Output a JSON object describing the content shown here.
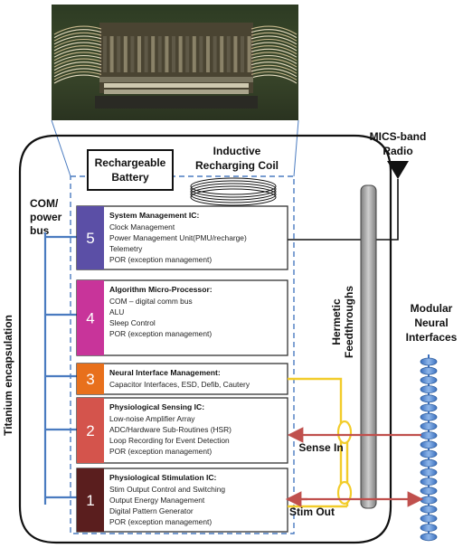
{
  "labels": {
    "titanium": "Titanium encapsulation",
    "com_bus_1": "COM/",
    "com_bus_2": "power",
    "com_bus_3": "bus",
    "battery_1": "Rechargeable",
    "battery_2": "Battery",
    "coil_1": "Inductive",
    "coil_2": "Recharging Coil",
    "radio_1": "MICS-band",
    "radio_2": "Radio",
    "feedthrough_1": "Hermetic",
    "feedthrough_2": "Feedthroughs",
    "neural_1": "Modular",
    "neural_2": "Neural",
    "neural_3": "Interfaces",
    "sense_in": "Sense In",
    "stim_out": "Stim Out"
  },
  "colors": {
    "chip5": "#5b4fa6",
    "chip4": "#c8349a",
    "chip3": "#e8701c",
    "chip2": "#d4544c",
    "chip1": "#5a1e1e",
    "bus": "#4a7bc0",
    "dashed": "#4a7bc0",
    "sense_wire": "#f2cc2a",
    "signal_arrow": "#c0504d",
    "electrode": "#5b8fd6"
  },
  "chips": [
    {
      "number": "5",
      "title": "System Management IC:",
      "lines": [
        "Clock Management",
        "Power Management Unit(PMU/recharge)",
        "Telemetry",
        "POR (exception management)"
      ]
    },
    {
      "number": "4",
      "title": "Algorithm Micro-Processor:",
      "lines": [
        "COM – digital comm bus",
        "ALU",
        "Sleep Control",
        "POR (exception management)"
      ]
    },
    {
      "number": "3",
      "title": "Neural Interface Management:",
      "lines": [
        "Capacitor Interfaces, ESD, Defib, Cautery"
      ]
    },
    {
      "number": "2",
      "title": "Physiological Sensing IC:",
      "lines": [
        "Low-noise Amplifier Array",
        "ADC/Hardware Sub-Routines (HSR)",
        "Loop Recording for Event Detection",
        "POR (exception management)"
      ]
    },
    {
      "number": "1",
      "title": "Physiological Stimulation IC:",
      "lines": [
        "Stim Output Control and Switching",
        "Output Energy Management",
        "Digital Pattern Generator",
        "POR (exception management)"
      ]
    }
  ]
}
